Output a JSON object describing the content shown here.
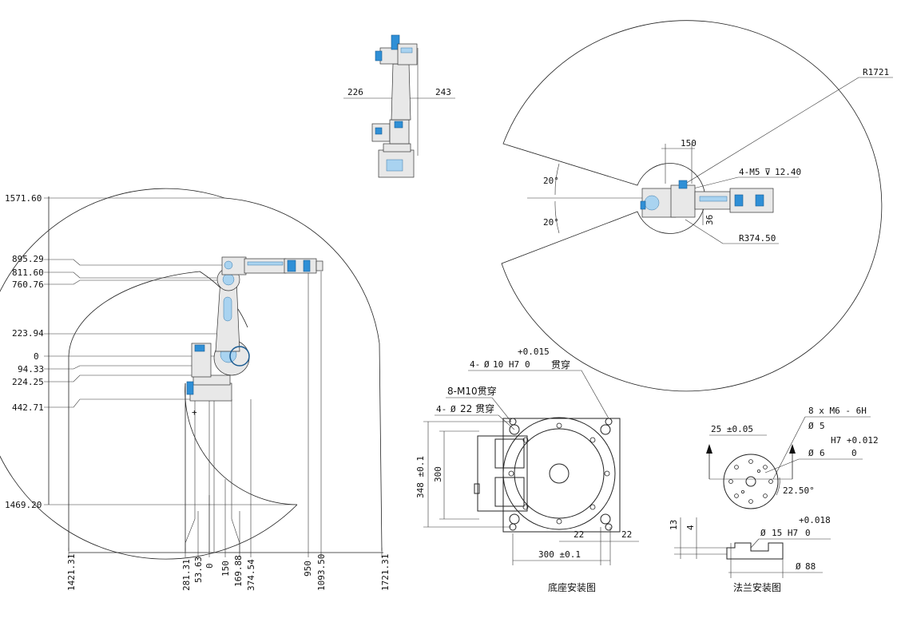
{
  "side_view": {
    "left_levels": [
      "1571.60",
      "895.29",
      "811.60",
      "760.76",
      "223.94",
      "0",
      "94.33",
      "224.25",
      "442.71",
      "1469.20"
    ],
    "bottom_dims": [
      "1421.31",
      "281.31",
      "53.63",
      "0",
      "150",
      "169.88",
      "374.54",
      "950",
      "1093.50",
      "1721.31"
    ]
  },
  "top_small_view": {
    "dim_left": "226",
    "dim_right": "243"
  },
  "top_view": {
    "radius_outer": "R1721",
    "dim_150": "150",
    "screw_note": "4-M5",
    "screw_depth": "12.40",
    "dim_36": "36",
    "radius_inner": "R374.50",
    "angle_upper": "20°",
    "angle_lower": "20°"
  },
  "base_view": {
    "tol_top": "+0.015",
    "hole_note": "4-",
    "hole_dia": "10 H7",
    "tol_zero": "0",
    "thru": "贯穿",
    "m10_note": "8-M10贯穿",
    "hole22_prefix": "4-",
    "hole22_size": "22 贯穿",
    "dim_348": "348 ±0.1",
    "dim_300v": "300",
    "dim_22a": "22",
    "dim_22b": "22",
    "dim_300h": "300 ±0.1",
    "caption": "底座安装图"
  },
  "flange_view": {
    "thread_note": "8 x  M6 - 6H",
    "dim_25": "25 ±0.05",
    "dia5": "5",
    "h7_tol": "H7 +0.012",
    "dia6": "6",
    "tol6_zero": "0",
    "angle": "22.50°",
    "tol15_top": "+0.018",
    "dia15": "15 H7",
    "tol15_zero": "0",
    "dim_13": "13",
    "dim_4": "4",
    "dia88": "88",
    "caption": "法兰安装图"
  }
}
